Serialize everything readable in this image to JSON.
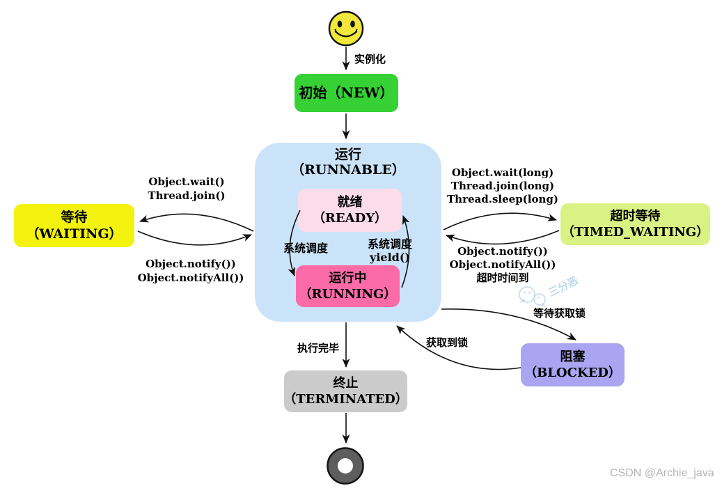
{
  "page": {
    "credit_watermark": "CSDN @Archie_java",
    "brand_watermark": "三分恶",
    "stroke_color": "#111111",
    "watermark_color": "#bdd8ef",
    "credit_color": "#b3b3b3"
  },
  "nodes": {
    "new": {
      "label": "初始（NEW）",
      "color": "#35d135"
    },
    "runnable": {
      "label_zh": "运行",
      "label_en": "（RUNNABLE）",
      "color": "#cbe3f8"
    },
    "ready": {
      "label_zh": "就绪",
      "label_en": "（READY）",
      "color": "#fbdce9"
    },
    "running": {
      "label_zh": "运行中",
      "label_en": "（RUNNING）",
      "color": "#fa6ba8"
    },
    "waiting": {
      "label_zh": "等待",
      "label_en": "（WAITING）",
      "color": "#f2f20e"
    },
    "timed_waiting": {
      "label_zh": "超时等待",
      "label_en": "（TIMED_WAITING）",
      "color": "#d9f283"
    },
    "blocked": {
      "label_zh": "阻塞",
      "label_en": "（BLOCKED）",
      "color": "#a9a5f0"
    },
    "terminated": {
      "label_zh": "终止",
      "label_en": "（TERMINATED）",
      "color": "#cbcbcb"
    }
  },
  "edges": {
    "instantiate": "实例化",
    "execution_done": "执行完毕",
    "schedule_left": "系统调度",
    "schedule_right": {
      "line1": "系统调度",
      "line2": "yield()"
    },
    "waiting_calls": {
      "line1": "Object.wait()",
      "line2": "Thread.join()"
    },
    "waiting_return": {
      "line1": "Object.notify())",
      "line2": "Object.notifyAll())"
    },
    "timed_calls": {
      "line1": "Object.wait(long)",
      "line2": "Thread.join(long)",
      "line3": "Thread.sleep(long)"
    },
    "timed_return": {
      "line1": "Object.notify())",
      "line2": "Object.notifyAll())",
      "line3": "超时时间到"
    },
    "wait_lock": "等待获取锁",
    "acquired_lock": "获取到锁"
  }
}
